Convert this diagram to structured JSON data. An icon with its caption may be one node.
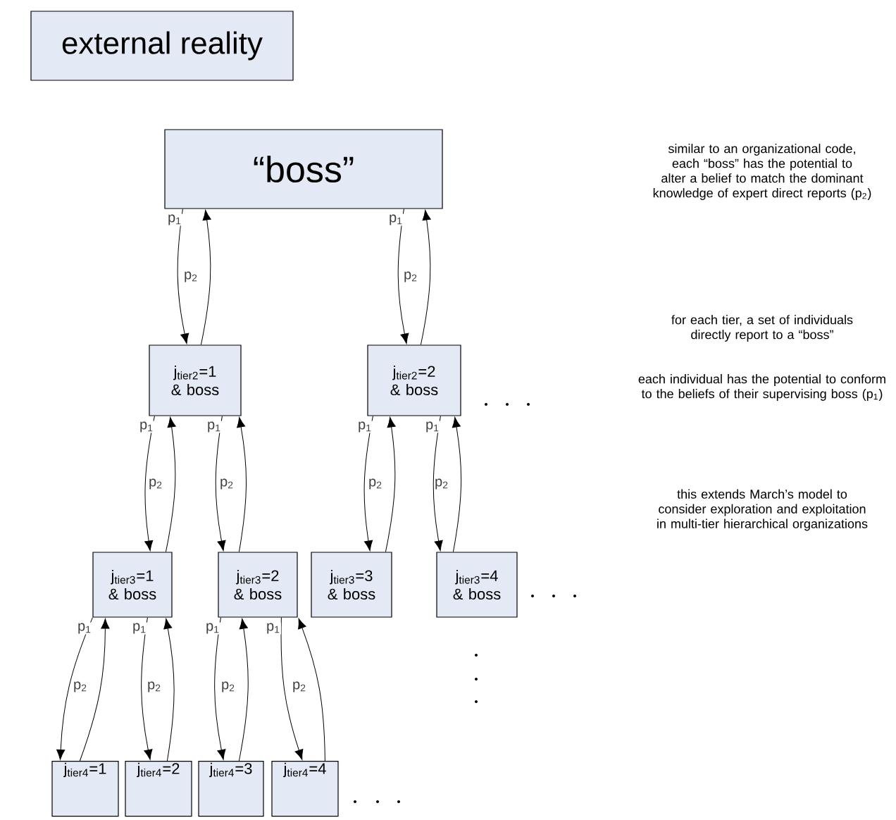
{
  "diagram": {
    "nodes": [
      {
        "text": [
          "external reality"
        ]
      },
      {
        "text": [
          "“boss”"
        ]
      },
      {
        "text": [
          "j$_{tier2}$=1 & boss"
        ]
      },
      {
        "text": [
          "j$_{tier2}$=2 & boss"
        ]
      },
      {
        "text": [
          "j$_{tier3}$=1 & boss"
        ]
      },
      {
        "text": [
          "j$_{tier3}$=2 & boss"
        ]
      },
      {
        "text": [
          "j$_{tier3}$=3 & boss"
        ]
      },
      {
        "text": [
          "j$_{tier3}$=4 & boss"
        ]
      },
      {
        "text": [
          "j$_{tier4}$=1"
        ]
      },
      {
        "text": [
          "j$_{tier4}$=2"
        ]
      },
      {
        "text": [
          "j$_{tier4}$=3"
        ]
      },
      {
        "text": [
          "j$_{tier4}$=4"
        ]
      }
    ],
    "edges": [
      {
        "from": 1,
        "to": 2,
        "arrow": "to",
        "label": "p$_{1}$"
      },
      {
        "from": 2,
        "to": 1,
        "arrow": "to",
        "label": "p$_{2}$"
      },
      {
        "from": 1,
        "to": 3,
        "arrow": "to",
        "label": "p$_{1}$"
      },
      {
        "from": 3,
        "to": 1,
        "arrow": "to",
        "label": "p$_{2}$"
      },
      {
        "from": 2,
        "to": 4,
        "arrow": "to",
        "label": "p$_{1}$"
      },
      {
        "from": 4,
        "to": 2,
        "arrow": "to",
        "label": "p$_{2}$"
      },
      {
        "from": 2,
        "to": 5,
        "arrow": "to",
        "label": "p$_{1}$"
      },
      {
        "from": 5,
        "to": 2,
        "arrow": "to",
        "label": "p$_{2}$"
      },
      {
        "from": 3,
        "to": 6,
        "arrow": "to",
        "label": "p$_{1}$"
      },
      {
        "from": 6,
        "to": 3,
        "arrow": "to",
        "label": "p$_{2}$"
      },
      {
        "from": 3,
        "to": 7,
        "arrow": "to",
        "label": "p$_{1}$"
      },
      {
        "from": 7,
        "to": 3,
        "arrow": "to",
        "label": "p$_{2}$"
      },
      {
        "from": 4,
        "to": 8,
        "arrow": "to",
        "label": "p$_{1}$"
      },
      {
        "from": 8,
        "to": 4,
        "arrow": "to",
        "label": "p$_{2}$"
      },
      {
        "from": 4,
        "to": 9,
        "arrow": "to",
        "label": "p$_{1}$"
      },
      {
        "from": 9,
        "to": 4,
        "arrow": "to",
        "label": "p$_{2}$"
      },
      {
        "from": 5,
        "to": 10,
        "arrow": "to",
        "label": "p$_{1}$"
      },
      {
        "from": 10,
        "to": 5,
        "arrow": "to",
        "label": "p$_{2}$"
      },
      {
        "from": 5,
        "to": 11,
        "arrow": "to",
        "label": "p$_{1}$"
      },
      {
        "from": 11,
        "to": 5,
        "arrow": "to",
        "label": "p$_{2}$"
      }
    ],
    "labels": [
      "similar to an organizational code, each “boss” has the potential to alter a belief to match the dominant knowledge of expert direct reports (p$_{2}$)",
      "for each tier, a set of individuals directly report to a “boss”",
      "each individual has the potential to conform to the beliefs of their supervising boss (p$_{1}$)",
      "this extends March’s model to consider exploration and exploitation in multi-tier hierarchical organizations"
    ]
  }
}
